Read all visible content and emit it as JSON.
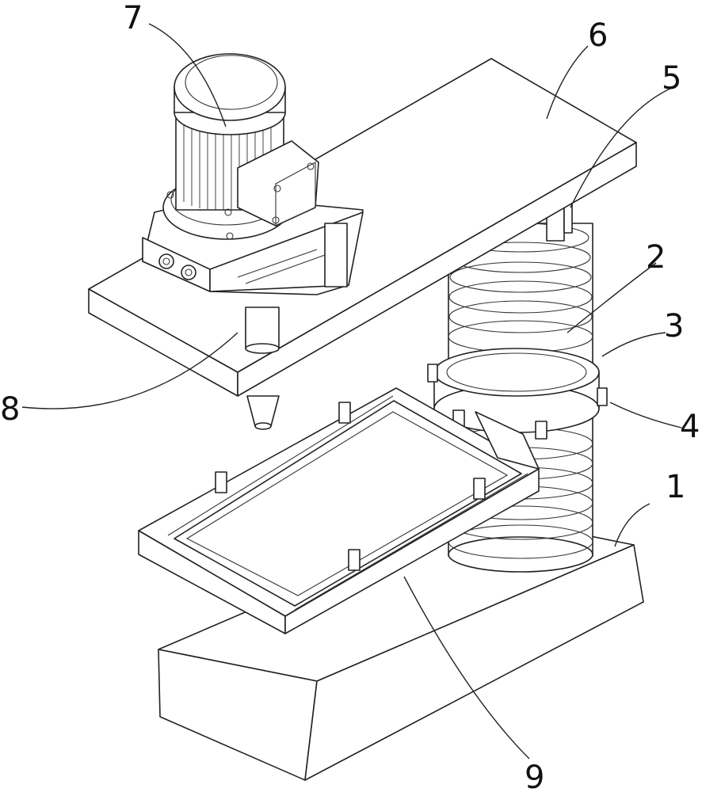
{
  "labels": {
    "base": "1",
    "column": "2",
    "collar": "3",
    "collar_bolt": "4",
    "top_bracket": "5",
    "arm_plate": "6",
    "motor": "7",
    "spindle": "8",
    "tray": "9"
  }
}
